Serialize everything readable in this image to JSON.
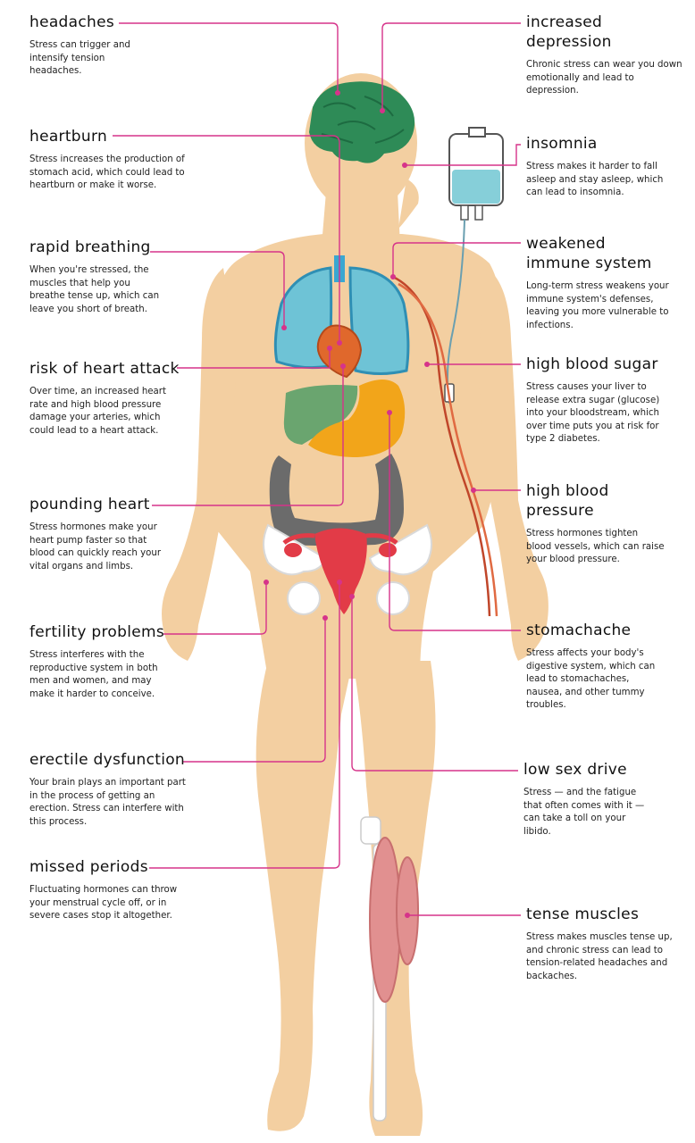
{
  "callouts": {
    "headaches": {
      "title": "headaches",
      "text": "Stress can trigger and intensify tension headaches."
    },
    "depression": {
      "title": "increased depression",
      "text": "Chronic stress can wear you down emotionally and lead to depression."
    },
    "heartburn": {
      "title": "heartburn",
      "text": "Stress increases the production of stomach acid, which could lead to heartburn or make it worse."
    },
    "insomnia": {
      "title": "insomnia",
      "text": "Stress makes it harder to fall asleep and stay asleep, which can lead to insomnia."
    },
    "breathing": {
      "title": "rapid breathing",
      "text": "When you're stressed, the muscles that help you breathe tense up, which can leave you short of breath."
    },
    "immune": {
      "title": "weakened immune system",
      "text": "Long-term stress weakens your immune system's defenses, leaving you more vulnerable to infections."
    },
    "heart_attack": {
      "title": "risk of heart attack",
      "text": "Over time, an increased heart rate and high blood pressure damage your arteries, which could lead to a heart attack."
    },
    "blood_sugar": {
      "title": "high blood sugar",
      "text": "Stress causes your liver to release extra sugar (glucose) into your bloodstream, which over time puts you at risk for type 2 diabetes."
    },
    "pounding_heart": {
      "title": "pounding heart",
      "text": "Stress hormones make your heart pump faster so that blood can quickly reach your vital organs and limbs."
    },
    "blood_pressure": {
      "title": "high blood pressure",
      "text": "Stress hormones tighten blood vessels, which can raise your blood pressure."
    },
    "fertility": {
      "title": "fertility problems",
      "text": "Stress interferes with the reproductive system in both men and women, and may make it harder to conceive."
    },
    "stomachache": {
      "title": "stomachache",
      "text": "Stress affects your body's digestive system, which can lead to stomachaches, nausea, and other tummy troubles."
    },
    "erectile": {
      "title": "erectile dysfunction",
      "text": "Your brain plays an important part in the process of getting an erection. Stress can interfere with this process."
    },
    "sex_drive": {
      "title": "low sex drive",
      "text": "Stress — and the fatigue that often comes with it — can take a toll on your libido."
    },
    "periods": {
      "title": "missed periods",
      "text": "Fluctuating hormones can throw your menstrual cycle off, or in severe cases stop it altogether."
    },
    "muscles": {
      "title": "tense muscles",
      "text": "Stress makes muscles tense up, and chronic stress can lead to tension-related headaches and backaches."
    }
  },
  "colors": {
    "skin": "#f3cfa1",
    "leader": "#d6338a",
    "brain": "#2e8b57",
    "lungs": "#6ec3d6",
    "heart": "#e0682c",
    "liver": "#6aa56f",
    "stomach": "#f2a51a",
    "intestine": "#6b6b6b",
    "uterus": "#e23b47",
    "muscle": "#e19090",
    "iv_fluid": "#86cfd9"
  }
}
